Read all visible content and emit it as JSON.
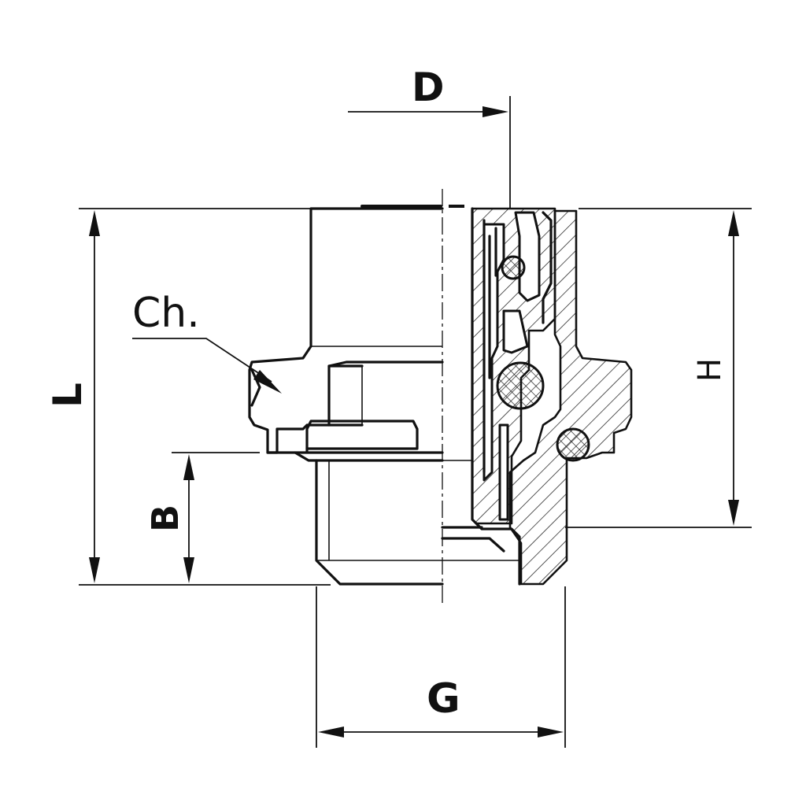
{
  "drawing": {
    "labels": {
      "D": "D",
      "L": "L",
      "H": "H",
      "B": "B",
      "G": "G",
      "Ch": "Ch."
    },
    "line_color": "#111111",
    "background": "#ffffff"
  }
}
